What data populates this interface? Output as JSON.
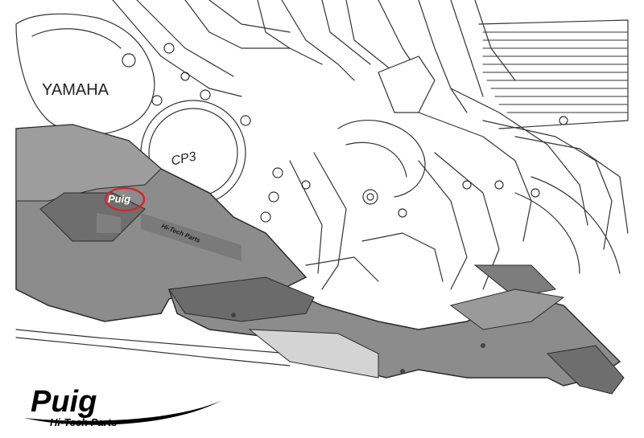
{
  "engine": {
    "case_text": "YAMAHA",
    "cover_text": "CP3"
  },
  "product": {
    "sticker_text": "Puig",
    "side_text": "Hi-Tech Parts"
  },
  "brand": {
    "name": "Puig",
    "tagline": "Hi-Tech Parts",
    "color": "#000000",
    "swoosh_color": "#000000"
  },
  "colors": {
    "line_art": "#333333",
    "guard_fill": "#8c8c8c",
    "guard_dark": "#5f5f5f",
    "guard_light": "#b9b9b9",
    "accent_red": "#d7262c"
  }
}
